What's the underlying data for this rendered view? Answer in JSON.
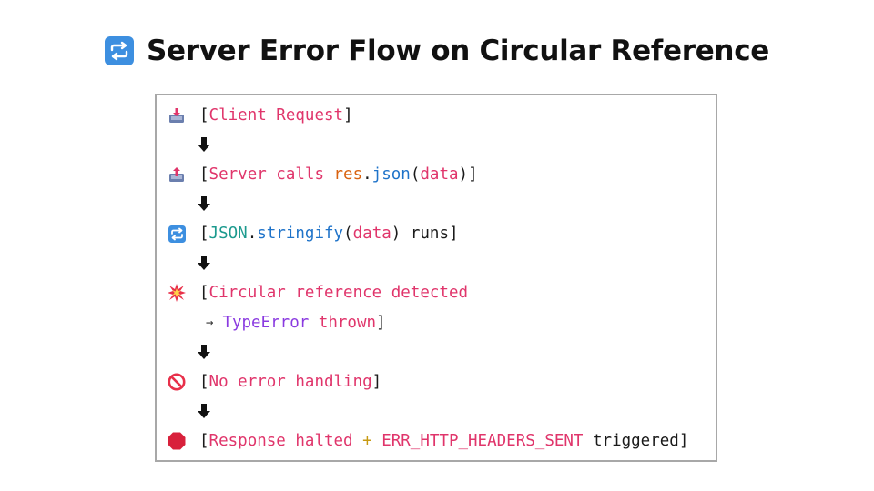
{
  "title": {
    "text": "Server Error Flow on Circular Reference",
    "icon": "repeat-icon"
  },
  "steps": [
    {
      "icon": "inbox-tray-icon",
      "open": "[",
      "text": "Client Request",
      "close": "]"
    },
    {
      "icon": "outbox-tray-icon",
      "open": "[",
      "text": "Server calls ",
      "obj": "res",
      "dot": ".",
      "method": "json",
      "paren_open": "(",
      "arg": "data",
      "paren_close": ")",
      "close": "]"
    },
    {
      "icon": "repeat-icon",
      "open": "[",
      "obj": "JSON",
      "dot": ".",
      "method": "stringify",
      "paren_open": "(",
      "arg": "data",
      "paren_close": ")",
      "after": " runs",
      "close": "]"
    },
    {
      "icon": "explosion-icon",
      "open": "[",
      "text": "Circular reference detected",
      "sub_arrow": "→",
      "sub_type": "TypeError",
      "sub_text": " thrown",
      "close": "]"
    },
    {
      "icon": "prohibited-icon",
      "open": "[",
      "text": "No error handling",
      "close": "]"
    },
    {
      "icon": "stop-sign-icon",
      "open": "[",
      "text": "Response halted",
      "plus": " + ",
      "code": "ERR_HTTP_HEADERS_SENT",
      "after": " triggered",
      "close": "]"
    }
  ],
  "connector_icon": "down-arrow-icon",
  "colors": {
    "keyword": "#e0356b",
    "object": "#d9620f",
    "method": "#1f73c9",
    "json": "#1c9a8e",
    "type": "#8a3ae0",
    "operator": "#c79a12",
    "border": "#a8a8a8"
  }
}
